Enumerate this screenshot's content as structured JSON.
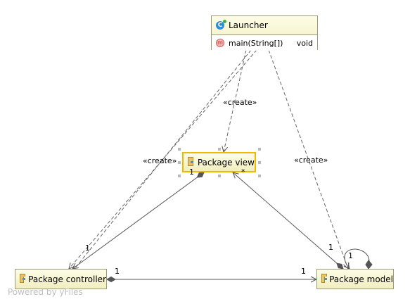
{
  "nodes": {
    "launcher": {
      "title": "Launcher",
      "class_icon_letter": "C",
      "method_icon_letter": "m",
      "member_name": "main(String[])",
      "member_type": "void"
    },
    "view": {
      "label": "Package view"
    },
    "controller": {
      "label": "Package controller"
    },
    "model": {
      "label": "Package model"
    }
  },
  "edges": {
    "create_view": "«create»",
    "create_controller": "«create»",
    "create_model": "«create»"
  },
  "multiplicities": {
    "view_controller_end_view": "1",
    "view_controller_end_controller": "1",
    "view_model_end_view": "*",
    "view_model_end_model": "1",
    "controller_model_end_controller": "1",
    "controller_model_end_model": "1",
    "model_self": "1"
  },
  "watermark": "Powered by yFiles",
  "colors": {
    "node_fill": "#f6f4d2",
    "selection_border": "#f0b800",
    "edge": "#555555"
  }
}
